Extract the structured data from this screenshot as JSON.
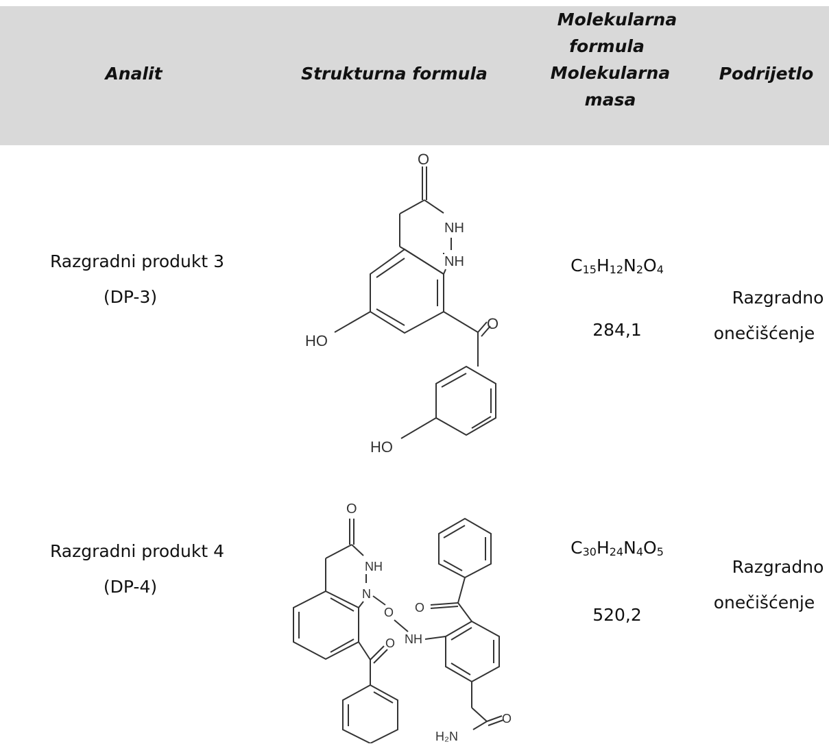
{
  "headers": {
    "analit": "Analit",
    "strukturna": "Strukturna formula",
    "mol_line1": "Molekularna",
    "mol_line2": "formula",
    "mol_line3": "Molekularna",
    "mol_line4": "masa",
    "podrijetlo": "Podrijetlo"
  },
  "rows": [
    {
      "analit_line1": "Razgradni produkt 3",
      "analit_line2": "(DP-3)",
      "formula": {
        "c": "C",
        "cn": "15",
        "h": "H",
        "hn": "12",
        "n": "N",
        "nn": "2",
        "o": "O",
        "on": "4"
      },
      "masa": "284,1",
      "podrijetlo_line1": "Razgradno",
      "podrijetlo_line2": "onečišćenje",
      "structure_labels": {
        "o_top": "O",
        "nh1": "NH",
        "nh2": "NH",
        "o_ketone": "O",
        "ho1": "HO",
        "ho2": "HO"
      }
    },
    {
      "analit_line1": "Razgradni produkt 4",
      "analit_line2": "(DP-4)",
      "formula": {
        "c": "C",
        "cn": "30",
        "h": "H",
        "hn": "24",
        "n": "N",
        "nn": "4",
        "o": "O",
        "on": "5"
      },
      "masa": "520,2",
      "podrijetlo_line1": "Razgradno",
      "podrijetlo_line2": "onečišćenje",
      "structure_labels": {
        "o_top": "O",
        "nh_ring": "NH",
        "n_ring": "N",
        "o_link": "O",
        "nh_link": "NH",
        "o_ketone_left": "O",
        "o_ketone_right": "O",
        "o_amide": "O",
        "h2n": "H₂N"
      }
    }
  ]
}
